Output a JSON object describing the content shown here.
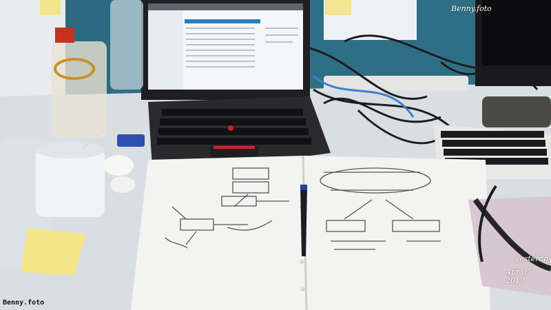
{
  "watermarks": {
    "top_right": "Benny.foto",
    "date_line1": "yesterday",
    "date_line2": "Apr 07 2017",
    "bottom_left": "Benny.foto"
  },
  "colors": {
    "cubicle_wall": "#2f6f86",
    "desk": "#d9dee2",
    "laptop_body": "#2a2a2c",
    "trackpoint": "#d31f1f",
    "notebook_paper": "#f3f3f1",
    "sticky_note": "#f3e58a"
  }
}
